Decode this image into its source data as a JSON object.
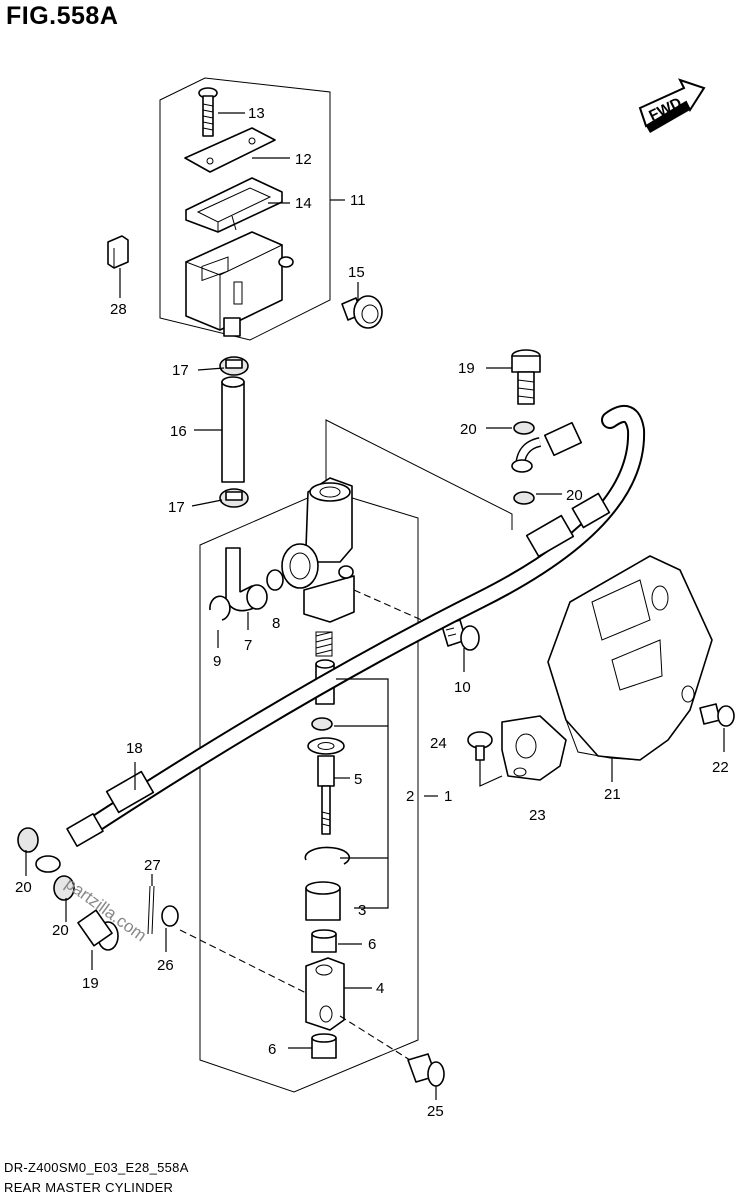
{
  "figure": {
    "title": "FIG.558A",
    "code": "DR-Z400SM0_E03_E28_558A",
    "name": "REAR MASTER CYLINDER",
    "fwd_label": "FWD",
    "watermark": "partzilla.com"
  },
  "callouts": {
    "c1": "1",
    "c2": "2",
    "c3": "3",
    "c4": "4",
    "c5": "5",
    "c6a": "6",
    "c6b": "6",
    "c7": "7",
    "c8": "8",
    "c9": "9",
    "c10": "10",
    "c11": "11",
    "c12": "12",
    "c13": "13",
    "c14": "14",
    "c15": "15",
    "c16": "16",
    "c17a": "17",
    "c17b": "17",
    "c18": "18",
    "c19a": "19",
    "c19b": "19",
    "c20a": "20",
    "c20b": "20",
    "c20c": "20",
    "c20d": "20",
    "c21": "21",
    "c22": "22",
    "c23": "23",
    "c24": "24",
    "c25": "25",
    "c26": "26",
    "c27": "27",
    "c28": "28"
  }
}
